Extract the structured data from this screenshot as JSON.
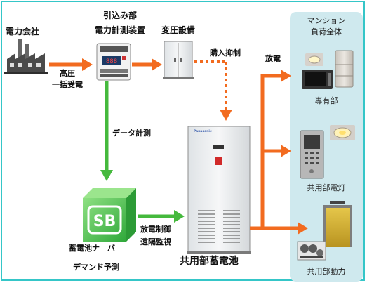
{
  "labels": {
    "power_company": "電力会社",
    "meter_line1": "引込み部",
    "meter_line2": "電力計測装置",
    "transformer": "変圧設備",
    "purchase_suppression": "購入抑制",
    "discharge": "放電",
    "bulk_line1": "高圧",
    "bulk_line2": "一括受電",
    "data_measure": "データ計測",
    "sb_logo": "SB",
    "sb_name": "蓄電池ナ　バ",
    "demand_forecast": "デマンド予測",
    "control_line1": "放電制御",
    "control_line2": "遠隔監視",
    "shared_battery": "共用部蓄電池",
    "mansion_line1": "マンション",
    "mansion_line2": "負荷全体",
    "private_area": "専有部",
    "shared_lighting": "共用部電灯",
    "shared_power": "共用部動力"
  },
  "colors": {
    "arrow_orange": "#f26b1f",
    "arrow_green": "#45b93d",
    "frame_teal": "#35c6c8",
    "panel_bg": "#cfe9ee"
  }
}
